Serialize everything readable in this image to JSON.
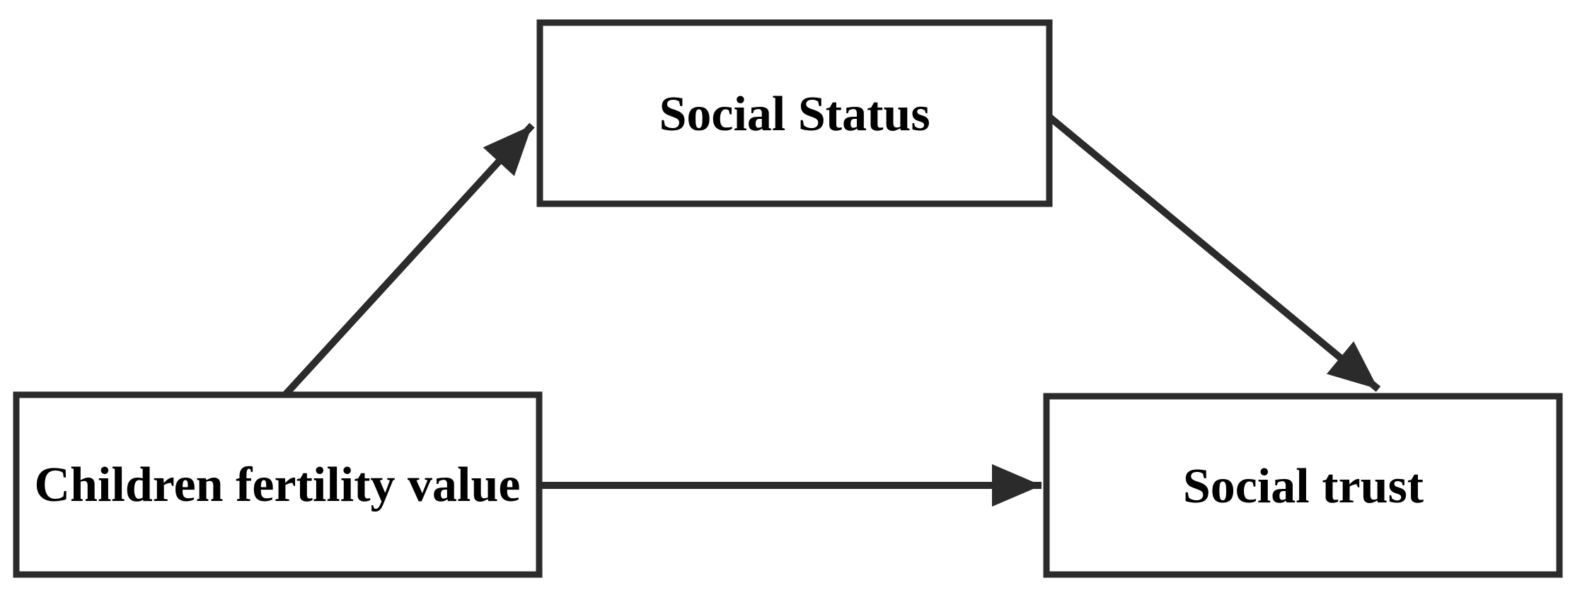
{
  "diagram": {
    "type": "mediation-path-diagram",
    "nodes": [
      {
        "id": "social-status",
        "label": "Social Status",
        "role": "mediator"
      },
      {
        "id": "children-fertility-value",
        "label": "Children fertility value",
        "role": "independent-variable"
      },
      {
        "id": "social-trust",
        "label": "Social trust",
        "role": "dependent-variable"
      }
    ],
    "edges": [
      {
        "id": "edge-cfv-to-status",
        "from": "children-fertility-value",
        "to": "social-status",
        "style": "arrow"
      },
      {
        "id": "edge-status-to-trust",
        "from": "social-status",
        "to": "social-trust",
        "style": "arrow"
      },
      {
        "id": "edge-cfv-to-trust",
        "from": "children-fertility-value",
        "to": "social-trust",
        "style": "arrow"
      }
    ],
    "colors": {
      "stroke": "#2b2b2b",
      "box_fill": "#ffffff",
      "text": "#000000"
    }
  }
}
